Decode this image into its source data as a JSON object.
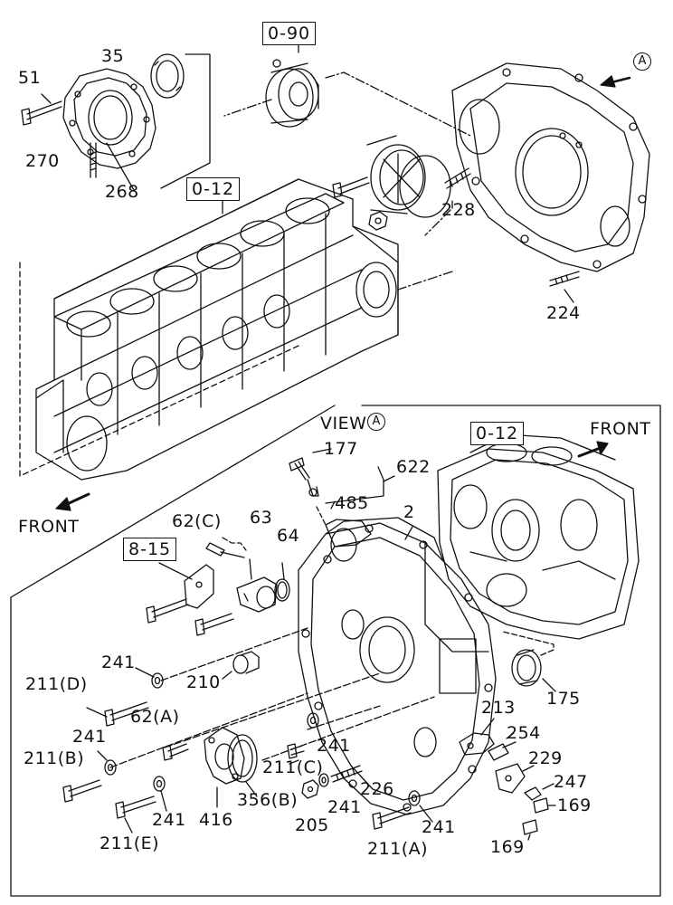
{
  "view_marker": "A",
  "view_label": "VIEW",
  "front_label": "FRONT",
  "ref_labels": {
    "top_090": "0-90",
    "block_012": "0-12",
    "view_012": "0-12",
    "bracket_815": "8-15"
  },
  "parts": {
    "p51": "51",
    "p35": "35",
    "p270": "270",
    "p268": "268",
    "p228": "228",
    "p224": "224",
    "p177": "177",
    "p622": "622",
    "p485": "485",
    "p62c": "62(C)",
    "p63": "63",
    "p64": "64",
    "p2": "2",
    "p241a": "241",
    "p211d": "211(D)",
    "p210": "210",
    "p175": "175",
    "p241b": "241",
    "p62a": "62(A)",
    "p213": "213",
    "p254": "254",
    "p211b": "211(B)",
    "p241c": "241",
    "p211c": "211(C)",
    "p229": "229",
    "p226": "226",
    "p247": "247",
    "p356b": "356(B)",
    "p241d": "241",
    "p169a": "169",
    "p241e": "241",
    "p416": "416",
    "p205": "205",
    "p241f": "241",
    "p211e": "211(E)",
    "p211a": "211(A)",
    "p169b": "169"
  }
}
